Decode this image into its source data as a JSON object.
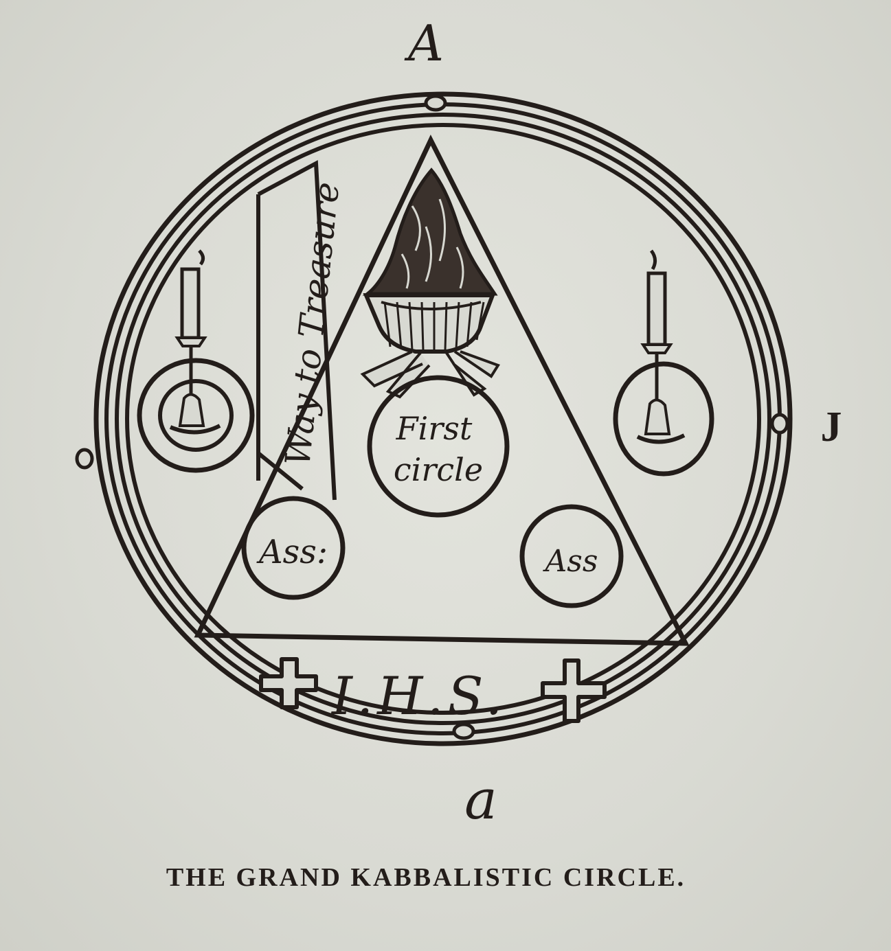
{
  "diagram": {
    "labels": {
      "top": "A",
      "bottom": "a",
      "right": "J",
      "path_band": "Way to Treasure",
      "center_circle_line1": "First",
      "center_circle_line2": "circle",
      "left_small_circle": "Ass:",
      "right_small_circle": "Ass",
      "base_inscription": "I.H.S."
    },
    "caption": "THE GRAND KABBALISTIC CIRCLE.",
    "ink_color": "#231d1a",
    "paper_color": "#d8d9d2"
  }
}
